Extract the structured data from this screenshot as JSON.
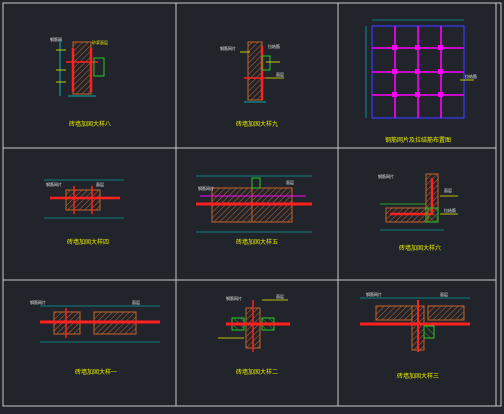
{
  "colors": {
    "background": "#21252b",
    "frame": "#c8c8c8",
    "grid_magenta": "#ff00ff",
    "grid_blue": "#3a3aff",
    "wall_orange": "#c86428",
    "hatch_green": "#28c828",
    "rebar_red": "#ff2020",
    "dim_cyan": "#00d8d8",
    "label_yellow": "#f0f000",
    "label_white": "#e8e8e8"
  },
  "panels": [
    {
      "title": "砖墙加固大样八"
    },
    {
      "title": "砖墙加固大样九"
    },
    {
      "title": "钢筋网片及拉结筋布置图"
    },
    {
      "title": "砖墙加固大样四"
    },
    {
      "title": "砖墙加固大样五"
    },
    {
      "title": "砖墙加固大样六"
    },
    {
      "title": "砖墙加固大样一"
    },
    {
      "title": "砖墙加固大样二"
    },
    {
      "title": "砖墙加固大样三"
    }
  ]
}
